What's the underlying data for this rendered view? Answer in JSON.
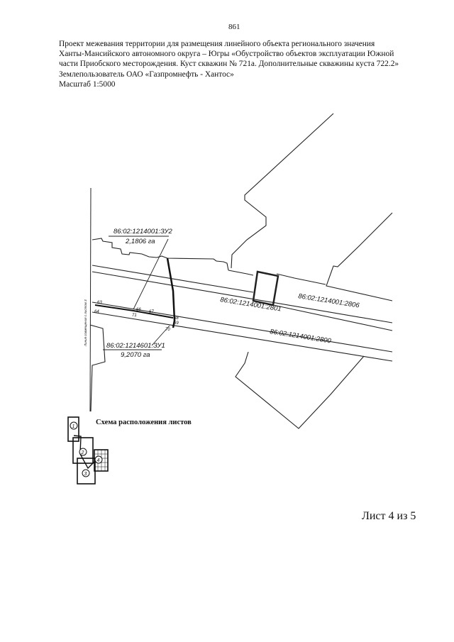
{
  "page_number": "861",
  "header": {
    "line1": "Проект межевания территории для размещения линейного объекта регионального значения",
    "line2": "Ханты-Мансийского автономного округа – Югры  «Обустройство объектов эксплуатации Южной",
    "line3": "части Приобского месторождения. Куст скважин № 721а. Дополнительные скважины куста 722.2»",
    "line4": "Землепользователь ОАО «Газпромнефть - Хантос»",
    "line5": "Масштаб 1:5000"
  },
  "map": {
    "parcel_zu2": {
      "number": "86:02:1214001:ЗУ2",
      "area": "2,1806 га"
    },
    "parcel_zu1": {
      "number": "86:02:1214601:ЗУ1",
      "area": "9,2070 га"
    },
    "parcel_2801": "86:02:1214001:2801",
    "parcel_2806": "86:02:1214001:2806",
    "parcel_2800": "86:02:1214001:2800",
    "side_label": "Линия совмещения с листом 3",
    "points": [
      "63",
      "64",
      "65",
      "66",
      "67",
      "68",
      "69",
      "70",
      "71"
    ]
  },
  "scheme": {
    "title": "Схема расположения листов",
    "sheets": [
      "1",
      "2",
      "3",
      "4"
    ]
  },
  "sheet_label": "Лист 4 из 5",
  "colors": {
    "ink": "#111111",
    "background": "#ffffff"
  }
}
